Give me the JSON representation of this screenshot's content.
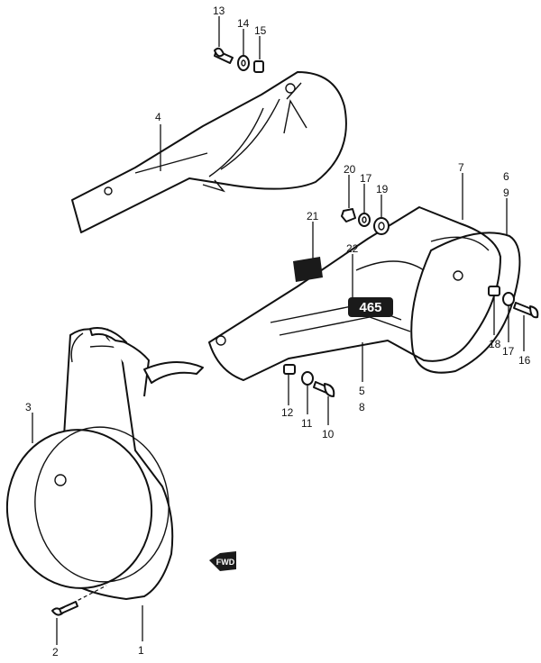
{
  "callouts": [
    {
      "id": "c13",
      "text": "13"
    },
    {
      "id": "c14",
      "text": "14"
    },
    {
      "id": "c15",
      "text": "15"
    },
    {
      "id": "c4",
      "text": "4"
    },
    {
      "id": "c20",
      "text": "20"
    },
    {
      "id": "c17a",
      "text": "17"
    },
    {
      "id": "c19",
      "text": "19"
    },
    {
      "id": "c7",
      "text": "7"
    },
    {
      "id": "c6",
      "text": "6"
    },
    {
      "id": "c9",
      "text": "9"
    },
    {
      "id": "c21",
      "text": "21"
    },
    {
      "id": "c22",
      "text": "22"
    },
    {
      "id": "c18",
      "text": "18"
    },
    {
      "id": "c17b",
      "text": "17"
    },
    {
      "id": "c16",
      "text": "16"
    },
    {
      "id": "c5",
      "text": "5"
    },
    {
      "id": "c8",
      "text": "8"
    },
    {
      "id": "c12",
      "text": "12"
    },
    {
      "id": "c11",
      "text": "11"
    },
    {
      "id": "c10",
      "text": "10"
    },
    {
      "id": "c3",
      "text": "3"
    },
    {
      "id": "c2",
      "text": "2"
    },
    {
      "id": "c1",
      "text": "1"
    }
  ],
  "decal_text": "465",
  "fwd_label": "FWD"
}
